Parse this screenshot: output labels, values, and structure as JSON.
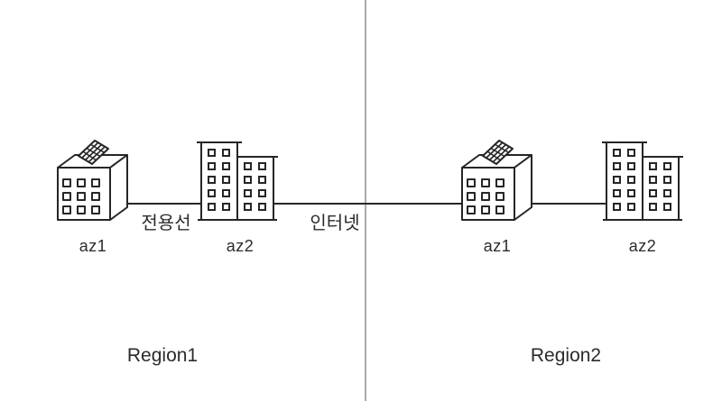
{
  "regions": [
    {
      "name": "Region1",
      "zones": [
        {
          "label": "az1",
          "icon": "datacenter-cube-with-solar-panel"
        },
        {
          "label": "az2",
          "icon": "twin-tower-building"
        }
      ]
    },
    {
      "name": "Region2",
      "zones": [
        {
          "label": "az1",
          "icon": "datacenter-cube-with-solar-panel"
        },
        {
          "label": "az2",
          "icon": "twin-tower-building"
        }
      ]
    }
  ],
  "connections": [
    {
      "from": "region1-az1",
      "to": "region1-az2",
      "label": "전용선"
    },
    {
      "from": "region1-az2",
      "to": "region2-az1",
      "label": "인터넷"
    },
    {
      "from": "region2-az1",
      "to": "region2-az2",
      "label": ""
    }
  ],
  "colors": {
    "line": "#262626",
    "divider": "#ababab",
    "text": "#2b2b2b",
    "background": "#ffffff"
  }
}
